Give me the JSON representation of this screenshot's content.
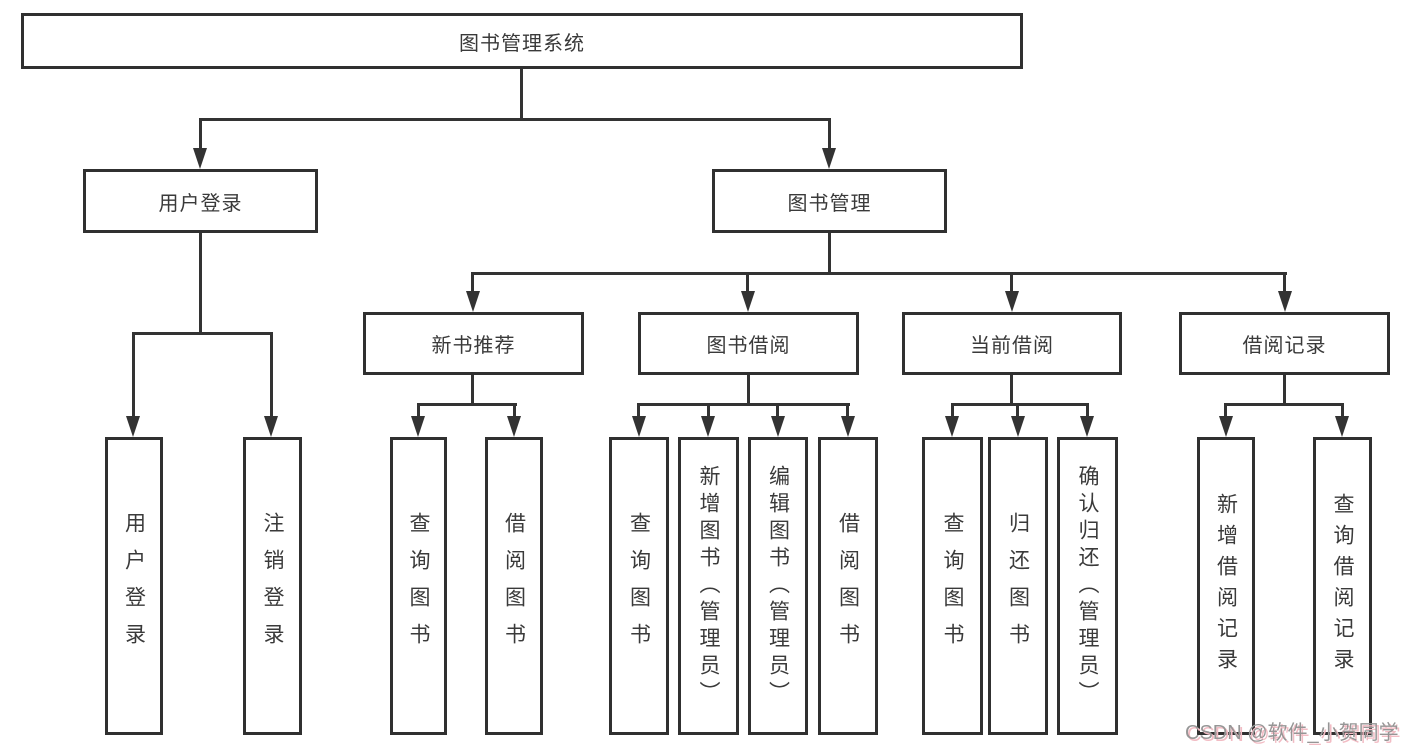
{
  "tree": {
    "label": "图书管理系统",
    "children": [
      {
        "label": "用户登录",
        "children": [
          {
            "label": "用户登录"
          },
          {
            "label": "注销登录"
          }
        ]
      },
      {
        "label": "图书管理",
        "children": [
          {
            "label": "新书推荐",
            "children": [
              {
                "label": "查询图书"
              },
              {
                "label": "借阅图书"
              }
            ]
          },
          {
            "label": "图书借阅",
            "children": [
              {
                "label": "查询图书"
              },
              {
                "label": "新增图书（管理员）"
              },
              {
                "label": "编辑图书（管理员）"
              },
              {
                "label": "借阅图书"
              }
            ]
          },
          {
            "label": "当前借阅",
            "children": [
              {
                "label": "查询图书"
              },
              {
                "label": "归还图书"
              },
              {
                "label": "确认归还（管理员）"
              }
            ]
          },
          {
            "label": "借阅记录",
            "children": [
              {
                "label": "新增借阅记录"
              },
              {
                "label": "查询借阅记录"
              }
            ]
          }
        ]
      }
    ]
  },
  "watermark": {
    "text": "CSDN @软件_小贺同学"
  },
  "colors": {
    "line": "#333333",
    "box_border": "#303030",
    "text": "#3a3a3a",
    "background": "#ffffff",
    "watermark_text": "#969696",
    "watermark_accent": "#f2bcc4"
  }
}
